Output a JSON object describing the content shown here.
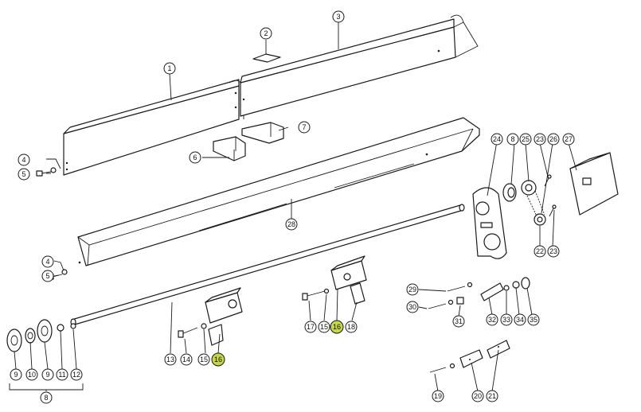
{
  "diagram": {
    "highlight_color": "#c5d64a",
    "callouts": [
      "1",
      "2",
      "3",
      "4",
      "5",
      "6",
      "7",
      "8",
      "9",
      "10",
      "11",
      "12",
      "13",
      "14",
      "15",
      "16",
      "17",
      "18",
      "19",
      "20",
      "21",
      "22",
      "23",
      "24",
      "25",
      "26",
      "27",
      "28",
      "29",
      "30",
      "31",
      "32",
      "33",
      "34",
      "35"
    ],
    "labels": {
      "c1": "1",
      "c2": "2",
      "c3": "3",
      "c4a": "4",
      "c5a": "5",
      "c6": "6",
      "c7": "7",
      "c24": "24",
      "c8a": "8",
      "c25": "25",
      "c23a": "23",
      "c26": "26",
      "c27": "27",
      "c28": "28",
      "c4b": "4",
      "c5b": "5",
      "c22": "22",
      "c23b": "23",
      "c29": "29",
      "c30": "30",
      "c31": "31",
      "c32": "32",
      "c33": "33",
      "c34": "34",
      "c35": "35",
      "c17": "17",
      "c15a": "15",
      "c16a": "16",
      "c18": "18",
      "c13": "13",
      "c14": "14",
      "c15b": "15",
      "c16b": "16",
      "c9a": "9",
      "c10": "10",
      "c9b": "9",
      "c11": "11",
      "c12": "12",
      "c8b": "8",
      "c19": "19",
      "c20": "20",
      "c21": "21"
    }
  }
}
